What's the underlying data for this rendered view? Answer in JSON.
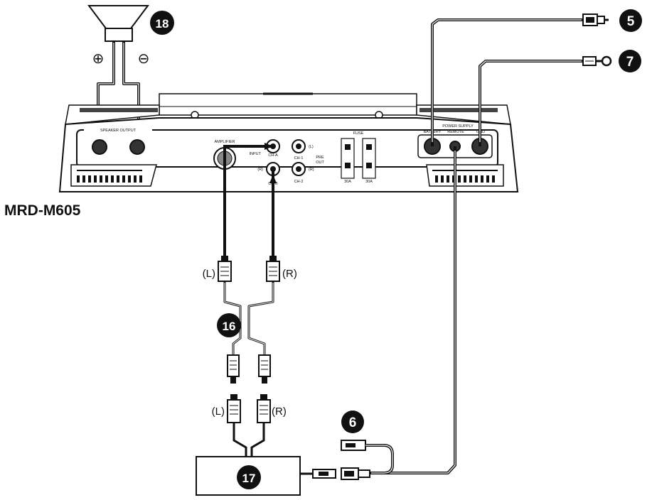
{
  "model_label": "MRD-M605",
  "panel": {
    "speaker_output": "SPEAKER OUTPUT",
    "amplifier": "AMPLIFIER",
    "input": "INPUT",
    "ch_a": "CH-A",
    "ch_b": "CH-B",
    "ch_1": "CH-1",
    "ch_2": "CH-2",
    "left": "(L)",
    "right": "(R)",
    "pre": "PRE",
    "out": "OUT",
    "fuse": "FUSE",
    "fuse_rating_1": "30A",
    "fuse_rating_2": "30A",
    "power_supply": "POWER SUPPLY",
    "battery": "BATTERY",
    "remote": "REMOTE",
    "gnd": "GND"
  },
  "polarity": {
    "plus": "⊕",
    "minus": "⊖"
  },
  "cable_labels": {
    "top_left": "(L)",
    "top_right": "(R)",
    "bottom_left": "(L)",
    "bottom_right": "(R)"
  },
  "callouts": {
    "n5": "5",
    "n6": "6",
    "n7": "7",
    "n16": "16",
    "n17": "17",
    "n18": "18"
  }
}
